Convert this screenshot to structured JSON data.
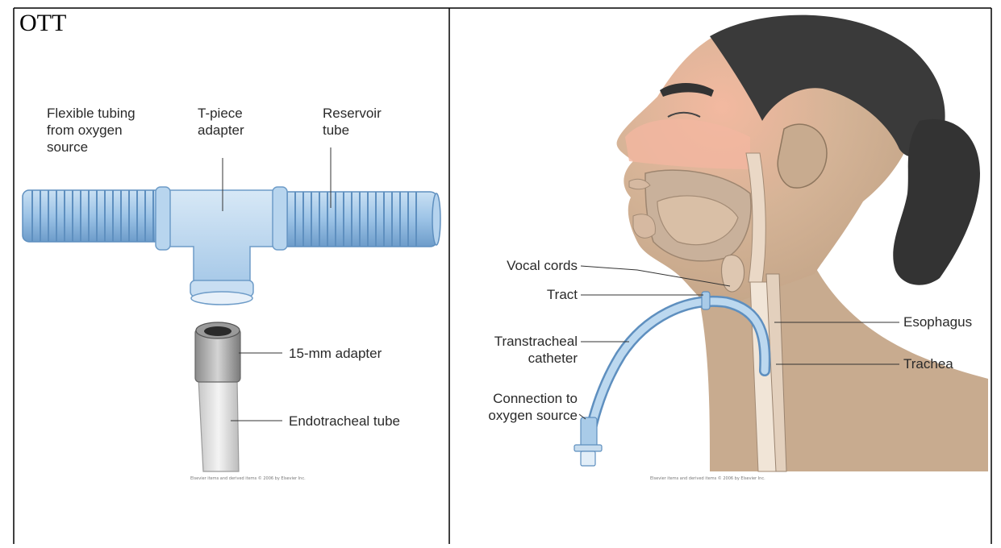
{
  "panel_left": {
    "title": "OTT",
    "labels": {
      "flexible_tubing": "Flexible tubing\nfrom oxygen\nsource",
      "t_piece": "T-piece\nadapter",
      "reservoir": "Reservoir\ntube",
      "adapter_15mm": "15-mm adapter",
      "endotracheal": "Endotracheal tube"
    },
    "credit": "Elsevier items and derived items © 2006 by Elsevier Inc."
  },
  "panel_right": {
    "labels": {
      "vocal_cords": "Vocal cords",
      "tract": "Tract",
      "transtracheal": "Transtracheal\ncatheter",
      "connection": "Connection to\noxygen source",
      "esophagus": "Esophagus",
      "trachea": "Trachea"
    },
    "credit": "Elsevier items and derived items © 2006 by Elsevier Inc."
  },
  "colors": {
    "tube_blue": "#9cc3e6",
    "tube_dark": "#5e8fbf",
    "skin": "#c8ab8f",
    "hair": "#3a3a3a"
  }
}
